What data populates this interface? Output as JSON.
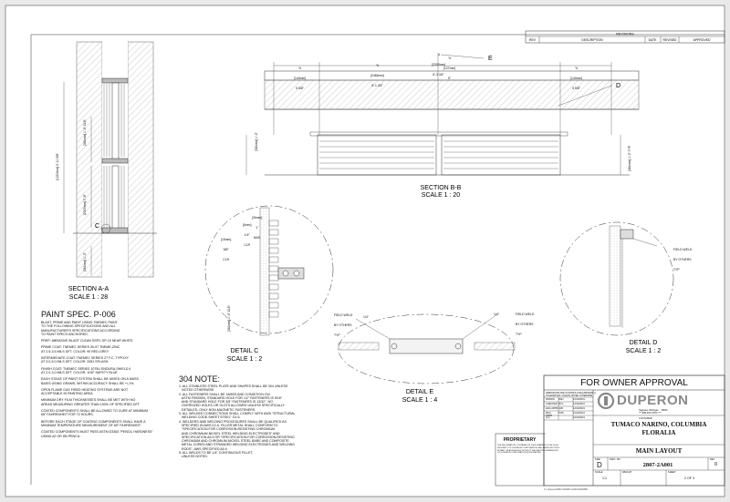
{
  "revisions": {
    "title": "REVISIONS",
    "headers": [
      "REV",
      "DESCRIPTION",
      "DATE",
      "REVISED",
      "APPROVED"
    ]
  },
  "views": {
    "section_aa": {
      "title": "SECTION A-A",
      "scale": "SCALE 1 : 28",
      "callout": "C"
    },
    "section_bb": {
      "title": "SECTION B-B",
      "scale": "SCALE 1 : 20",
      "callouts": [
        "E",
        "D"
      ]
    },
    "detail_c": {
      "title": "DETAIL C",
      "scale": "SCALE 1 : 2"
    },
    "detail_d": {
      "title": "DETAIL D",
      "scale": "SCALE 1 : 2"
    },
    "detail_e": {
      "title": "DETAIL E",
      "scale": "SCALE 1 : 4"
    }
  },
  "dimensions": {
    "bb_total": [
      "\"#",
      "[2337mm]",
      "8'-3 3/4\""
    ],
    "bb_left_inner": [
      "\"#",
      "[2483mm]",
      "8'-1 3/4\""
    ],
    "bb_gap": [
      "\"#",
      "[127mm]",
      "5\""
    ],
    "bb_left_end": [
      "\"#",
      "[140mm]",
      "5 5/8\""
    ],
    "bb_right_end": [
      "\"#",
      "[140mm]",
      "5 5/8\""
    ],
    "aa_top": [
      "[381mm]",
      "1'-3\"",
      "CLR",
      "PANEL"
    ],
    "aa_mid": [
      "\"#",
      "[1220mm]",
      "3'-11 5/8\"",
      "CLR",
      "FROM",
      "FLR"
    ],
    "aa_lower": [
      "\"#",
      "[2337mm]",
      "7'-8\"",
      "CLR",
      "WIDTH",
      "TYP"
    ],
    "aa_bottom": [
      "[381mm]",
      "1'-3\"",
      "CLR",
      "TYP"
    ],
    "c_bar": [
      "[26mm]",
      "1\"",
      "BAR"
    ],
    "c_clr": [
      "[6mm]",
      "1/4\"",
      "CLR"
    ],
    "c_side": [
      "[15mm]",
      "5/8\"",
      "CLR",
      "TYP"
    ],
    "c_bottom": [
      "[381mm]",
      "1'-3\"",
      "CLR",
      "TYP"
    ],
    "bb_left_v": [
      "\"#",
      "[381mm]",
      "1'-3\"",
      "CLR"
    ],
    "bb_right_v": [
      "[381mm]",
      "1'-3\"",
      "CLR",
      "TYP"
    ]
  },
  "weld_notes": {
    "e_left": [
      "FIELD WELD",
      "BY OTHERS",
      "TYP"
    ],
    "e_right": [
      "FIELD WELD",
      "BY OTHERS",
      "TYP"
    ],
    "d_right": [
      "FIELD WELD",
      "BY OTHERS",
      "TYP"
    ],
    "e_sym_left": "1/4\"",
    "e_sym_right": "1/4\""
  },
  "paint_spec": {
    "title": "PAINT SPEC. P-006",
    "paragraphs": [
      "BLAST, PRIME AND PAINT USING TNEMEC PAINT\nTO THE FOLLOWING SPECIFICATIONS AND ALL\nMANUFACTURER'S SPECIFICATIONS ACCORDING\nTO PAINT SPECS ANCHORED.",
      "PREP: ABRASIVE BLAST CLEAN SSPC-SP-10 NEAR WHITE.",
      "PRIME COAT: TNEMEC SERIES 90-97 TNEME-ZINC\nAT 2.5-3.5 MILS DFT. COLOR: 90 RED-GREY",
      "INTERMEDIATE COAT: TNEMEC SERIES 27 F.C. TYPOXY\nAT 3.0-5.0 MILS DFT. COLOR: 2081 SPLASH.",
      "FINISH COAT: TNEMEC SERIES 1075U ENDURA-SHIELD II\nAT 2.0-3.0 MILS DFT. COLOR: 11SF SAFETY BLUE",
      "EACH STAGE OF PAINT SYSTEM SHALL BE MIXED ON A MASS\nBASIS USING GRAMS, WITHIN ACCURACY SHALL BE +/-1%.",
      "OPEN FLAME GAS FIRED HEATING SYSTEMS ARE NOT\nACCEPTABLE IN PAINTING AREA.",
      "MINIMUM DRY FILM THICKNESSES SHALL BE MET WITH NO\nAREAS MEASURING GREATER THAN 150% OF SPECIFIED DFT.",
      "COATED COMPONENTS SHALL BE ALLOWED TO CURE AT MINIMUM\n65° FAHRENHEIT FOR 72 HOURS.",
      "BEFORE EACH STAGE OF COATING COMPONENTS SHALL HAVE A\nMINIMUM TEMPERATURE MEASUREMENT OF 65° FAHRENHEIT.",
      "COATED COMPONENTS MUST PASS ASTM D3363 \"PENCIL HARDNESS\"\nUSING #2 OR HB PENCIL."
    ]
  },
  "note_304": {
    "title": "304 NOTE:",
    "items": [
      "1. ALL STAINLESS STEEL PLATE AND SHAPES SHALL BE 304 UNLESS\n   NOTED OTHERWISE.",
      "2. ALL FASTENERS SHALL BE 18/8SS AND CONDITION CW.\n   ASTM F593/594, STANDARD HOLE FOR 1/2\" FASTENERS IS 9/16\"\n   AND STANDARD HOLE FOR 3/8\" FASTENERS IS 13/32\". NO\n   OVERSIZED HOLES OR SLOTS ALLOWED UNLESS SPECIFICALLY\n   DETAILED. ONLY NON-MAGNETIC FASTENERS.",
      "3. ALL WELDED CONNECTIONS SHALL COMPLY WITH AWS \"STRUCTURAL\n   WELDING CODE-SHEET STEEL\" D1.6.",
      "4. WELDERS AND WELDING PROCEDURES SHALL BE QUALIFIED AS\n   SPECIFIED IN AWS D1.6. FILLER METAL SHALL CONFORM TO\n   \"SPECIFICATION FOR CORROSION-RESISTING CHROMIUM\n   AND CHROMIUM-NICKEL STEEL WELDING ELECTRODES\" AND\n   SPECIFICATION A5.9 OR \"SPECIFICATION FOR CORROSION-RESISTING\n   CHROMIUM AND CHROMIUM-NICKEL STEEL BARE AND COMPOSITE\n   METAL CORED AND STRANDED WELDING ELECTRODES AND WELDING\n   RODS\", AWS SPECIFIED A5.9.",
      "5. ALL WELDS TO BE 1/4\" CONTINUOUS FILLET,\n   UNLESS NOTED."
    ]
  },
  "approval": "FOR OWNER APPROVAL",
  "proprietary": {
    "title": "PROPRIETARY",
    "text": "THE INFORMATION CONTAINED IN THIS DRAWING IS THE SOLE\nPROPERTY OF DUPERON CORPORATION. ANY REPRODUCTION\nIN PART OR AS A WHOLE WITHOUT THE WRITTEN PERMISSION\nOF DUPERON CORPORATION IS PROHIBITED."
  },
  "title_block": {
    "tolerance_header": "DIMENSIONS ARE IN INCHES & MILLIMETERS [ ]\nTOLERANCES: UNLESS NOTED OTHERWISE",
    "rows": [
      {
        "label": "DRAWN",
        "name": "JMH",
        "date": "12/13/2021"
      },
      {
        "label": "CHECKED",
        "name": "MCL",
        "date": "12/13/2021"
      },
      {
        "label": "ENG APPR.",
        "name": "JAB",
        "date": "12/13/2021"
      },
      {
        "label": "MFG APPR.",
        "name": "TMS",
        "date": "12/13/2021"
      },
      {
        "label": "Q.A.",
        "name": "",
        "date": "12/13/2021"
      }
    ],
    "company": "DUPERON",
    "address": "Saginaw, Michigan    48601\n*** 989.363.XXXX ***",
    "title_label": "CUSTOMER",
    "project": "TUMACO NARINO, COLUMBIA\nFLORALIA",
    "drawing_title": "MAIN LAYOUT",
    "size_label": "SIZE",
    "size": "D",
    "dwg_no_label": "DWG. NO.",
    "dwg_no": "2807-2A001",
    "rev_label": "REV",
    "rev": "0",
    "scale_label": "SCALE",
    "scale": "1:1",
    "weight_label": "WEIGHT",
    "sheet_label": "SHEET",
    "sheet": "2 OF 3"
  },
  "file_path": "C:\\_Duperon\\2807-2A\\2807-2A001.SLDDRW"
}
